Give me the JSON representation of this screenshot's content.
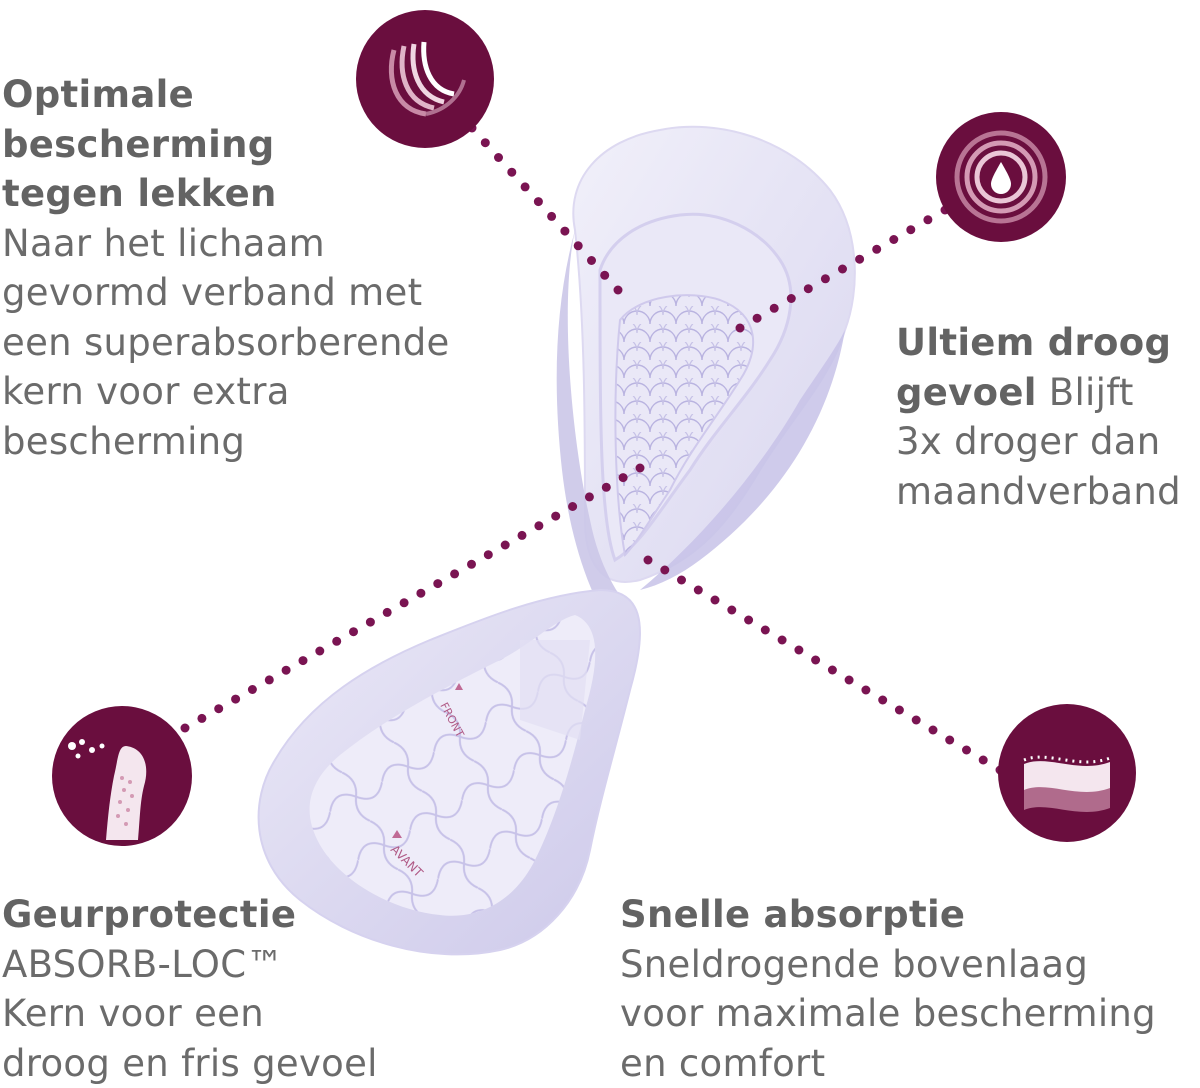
{
  "colors": {
    "badge": "#6a0e3e",
    "dots": "#7a1452",
    "text": "#6b6b6b",
    "pad": "#e4e2f4"
  },
  "features": {
    "leak": {
      "title": [
        "Optimale",
        "bescherming",
        "tegen lekken"
      ],
      "body": [
        "Naar het lichaam",
        "gevormd verband met",
        "een superabsorberende",
        "kern voor extra",
        "bescherming"
      ],
      "icon": "curved-shape-icon"
    },
    "dry": {
      "title_1": "Ultiem droog",
      "title_2": "gevoel",
      "body_inline": "Blijft",
      "body": [
        "3x droger dan",
        "maandverband"
      ],
      "icon": "droplet-icon"
    },
    "odor": {
      "title": "Geurprotectie",
      "body": [
        "ABSORB-LOC™",
        "Kern voor een",
        "droog en fris gevoel"
      ],
      "icon": "pad-odor-icon"
    },
    "absorb": {
      "title": "Snelle absorptie",
      "body": [
        "Sneldrogende bovenlaag",
        "voor maximale bescherming",
        "en comfort"
      ],
      "icon": "layers-icon"
    }
  },
  "pad_labels": {
    "front": "FRONT",
    "avant": "AVANT"
  }
}
